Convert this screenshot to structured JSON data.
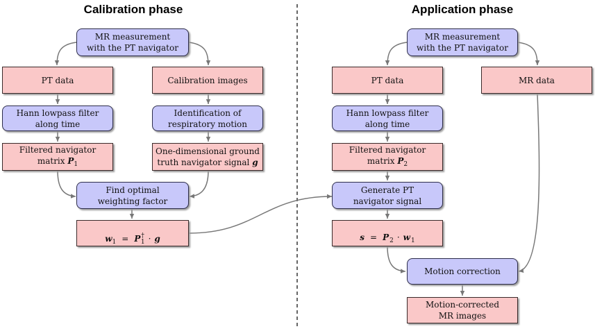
{
  "calibration": {
    "title": "Calibration phase",
    "mr_measurement": "MR measurement\nwith the PT navigator",
    "pt_data": "PT data",
    "calibration_images": "Calibration images",
    "hann_filter": "Hann lowpass filter\nalong time",
    "identification": "Identification of\nrespiratory motion",
    "filtered_matrix_text": "Filtered navigator\nmatrix ",
    "filtered_matrix_symbol": "P",
    "filtered_matrix_index": "1",
    "ground_truth_text": "One-dimensional ground\ntruth navigator signal ",
    "ground_truth_symbol": "g",
    "find_weighting": "Find optimal\nweighting factor",
    "formula": {
      "lhs": "w",
      "lhs_index": "1",
      "eq": "=",
      "rhs_matrix": "P",
      "rhs_dagger": "†",
      "rhs_index": "1",
      "dot": "·",
      "rhs_vector": "g"
    }
  },
  "application": {
    "title": "Application phase",
    "mr_measurement": "MR measurement\nwith the PT navigator",
    "pt_data": "PT data",
    "mr_data": "MR data",
    "hann_filter": "Hann lowpass filter\nalong time",
    "filtered_matrix_text": "Filtered navigator\nmatrix ",
    "filtered_matrix_symbol": "P",
    "filtered_matrix_index": "2",
    "generate_signal": "Generate PT\nnavigator signal",
    "formula": {
      "lhs": "s",
      "eq": "=",
      "rhs_matrix": "P",
      "rhs_index": "2",
      "dot": "·",
      "rhs_vector": "w",
      "rhs_vector_index": "1"
    },
    "motion_correction": "Motion correction",
    "motion_corrected": "Motion-corrected\nMR images"
  },
  "colors": {
    "process_fill": "#c8c8fa",
    "data_fill": "#fac8c8",
    "arrow": "#777777",
    "divider": "#000000"
  }
}
